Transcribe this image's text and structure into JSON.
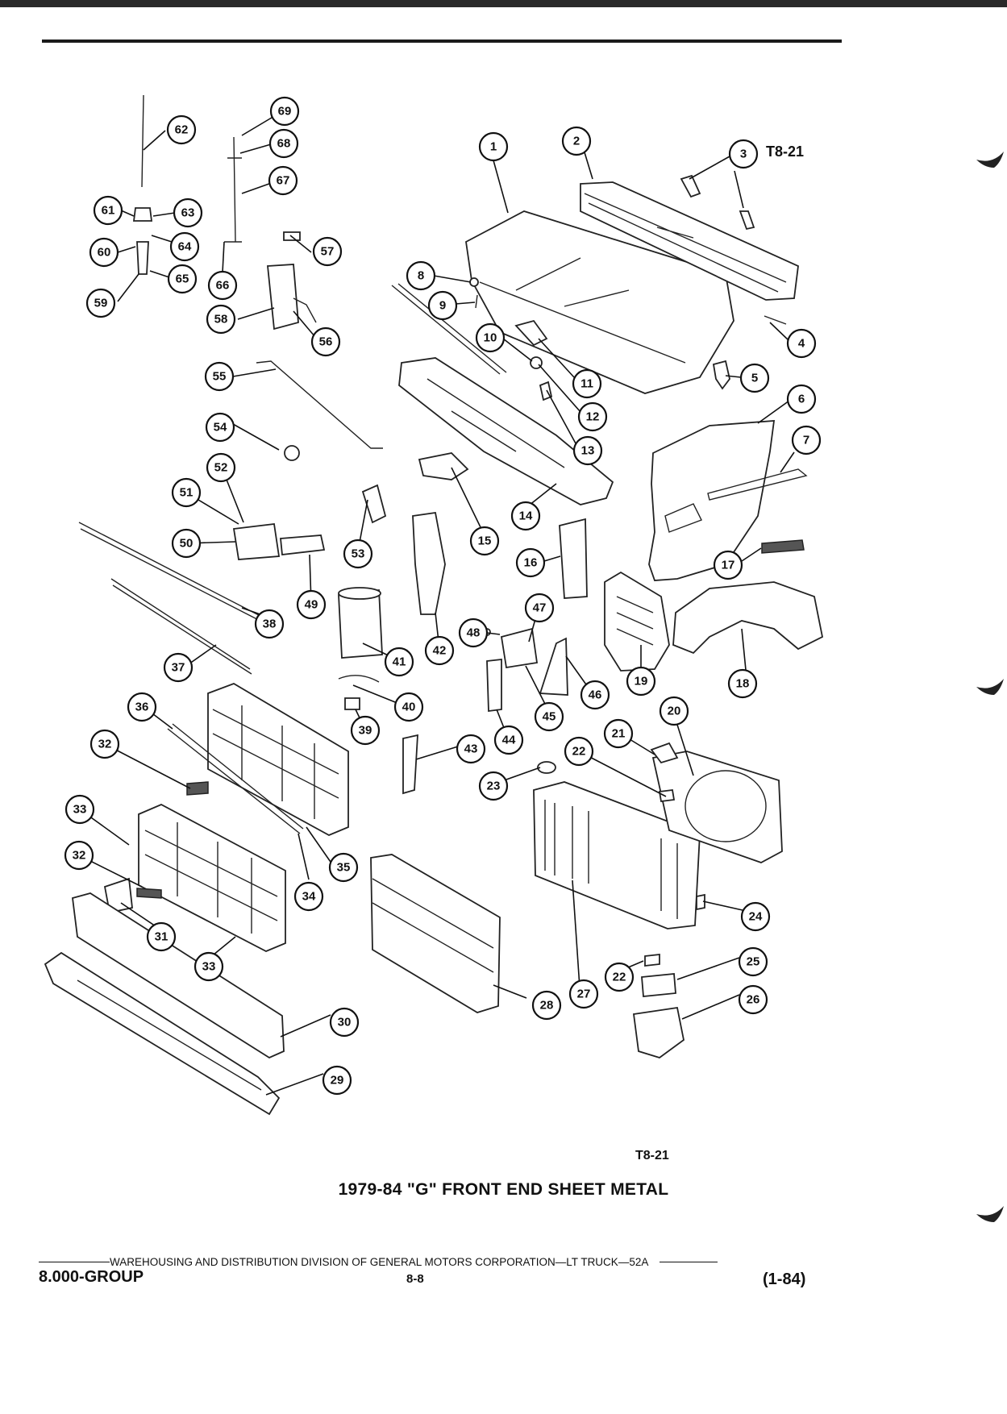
{
  "figure_code": "T8-21",
  "bottom_figure_code": "T8-21",
  "title": "1979-84 \"G\" FRONT END SHEET METAL",
  "footer": {
    "division": "WAREHOUSING AND DISTRIBUTION  DIVISION OF GENERAL MOTORS CORPORATION—LT TRUCK—52A",
    "group": "8.000-GROUP",
    "page": "8-8",
    "revision": "(1-84)"
  },
  "callouts": [
    "1",
    "2",
    "3",
    "4",
    "5",
    "6",
    "7",
    "8",
    "9",
    "10",
    "11",
    "12",
    "13",
    "14",
    "15",
    "16",
    "17",
    "18",
    "19",
    "20",
    "21",
    "22",
    "22",
    "23",
    "24",
    "25",
    "26",
    "27",
    "28",
    "29",
    "30",
    "31",
    "32",
    "32",
    "33",
    "33",
    "34",
    "35",
    "36",
    "37",
    "38",
    "39",
    "40",
    "41",
    "42",
    "43",
    "44",
    "45",
    "46",
    "47",
    "48",
    "49",
    "50",
    "51",
    "52",
    "53",
    "54",
    "55",
    "56",
    "57",
    "58",
    "59",
    "60",
    "61",
    "62",
    "63",
    "64",
    "65",
    "66",
    "67",
    "68",
    "69"
  ]
}
